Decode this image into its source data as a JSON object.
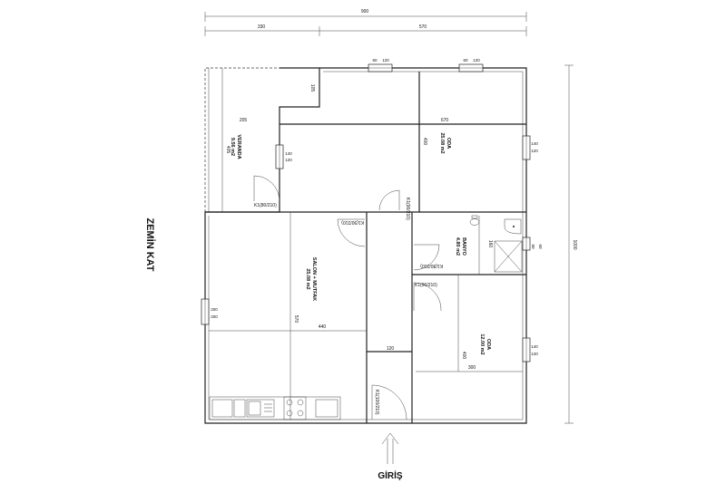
{
  "title": "ZEMİN KAT",
  "entrance": "GİRİŞ",
  "dimensions": {
    "total_width": "900",
    "left_width": "330",
    "right_width": "570",
    "total_height": "1000",
    "d_205": "205",
    "d_670": "670",
    "d_105": "105",
    "d_405": "405",
    "d_400_top": "400",
    "d_440": "440",
    "d_570": "570",
    "d_120": "120",
    "d_160": "160",
    "d_400_bottom": "400",
    "d_300": "300"
  },
  "rooms": [
    {
      "name": "VERANDA",
      "area": "9.56 m2"
    },
    {
      "name": "ODA",
      "area": "25.08 m2"
    },
    {
      "name": "SALON + MUTFAK",
      "area": "25.08 m2"
    },
    {
      "name": "BANYO",
      "area": "4.80 m2"
    },
    {
      "name": "ODA",
      "area": "12.00 m2"
    }
  ],
  "doors": {
    "d1": "K1(80/210)",
    "d2": "K1(90/210)",
    "d3": "K1(90/210)",
    "d4": "K1(80/210)",
    "d5": "K1(90/210)",
    "d6": "K1(100/210)"
  },
  "windows": {
    "w_top1_a": "60",
    "w_top1_b": "120",
    "w_top2_a": "60",
    "w_top2_b": "120",
    "w_ver_a": "140",
    "w_ver_b": "120",
    "w_oda1_a": "140",
    "w_oda1_b": "120",
    "w_salon_a": "200",
    "w_salon_b": "200",
    "w_ban_a": "60",
    "w_ban_b": "60",
    "w_oda2_a": "140",
    "w_oda2_b": "120"
  }
}
